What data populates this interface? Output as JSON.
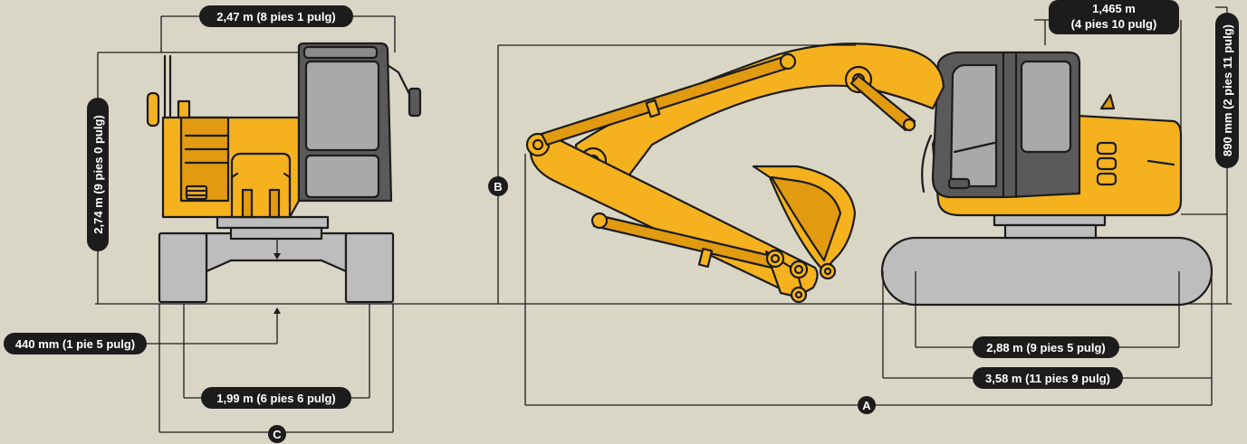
{
  "colors": {
    "background": "#dad6c6",
    "machine_yellow": "#f5b21e",
    "machine_orange": "#e29a10",
    "steel_gray": "#bdbdbd",
    "glass_gray": "#a9a9a9",
    "outline": "#1c1c1c",
    "label_bg": "#1c1c1c",
    "label_text": "#ffffff"
  },
  "front_view": {
    "width_label": "2,47 m (8 pies 1 pulg)",
    "height_label": "2,74 m (9 pies 0 pulg)",
    "ground_clearance_label": "440 mm (1 pie 5 pulg)",
    "track_gauge_label": "1,99 m (6 pies 6 pulg)",
    "overall_width_marker": "C"
  },
  "side_view": {
    "tail_swing_label": "1,465 m\n(4 pies 10 pulg)",
    "tail_swing_line1": "1,465 m",
    "tail_swing_line2": "(4 pies 10 pulg)",
    "counterweight_clearance_label": "890 mm (2 pies 11 pulg)",
    "tumbler_distance_label": "2,88 m (9 pies 5 pulg)",
    "track_length_label": "3,58 m (11 pies 9 pulg)",
    "overall_length_marker": "A",
    "overall_height_marker": "B"
  },
  "icons": [
    "mirror-icon",
    "light-icon",
    "bucket-icon",
    "boom-icon"
  ]
}
